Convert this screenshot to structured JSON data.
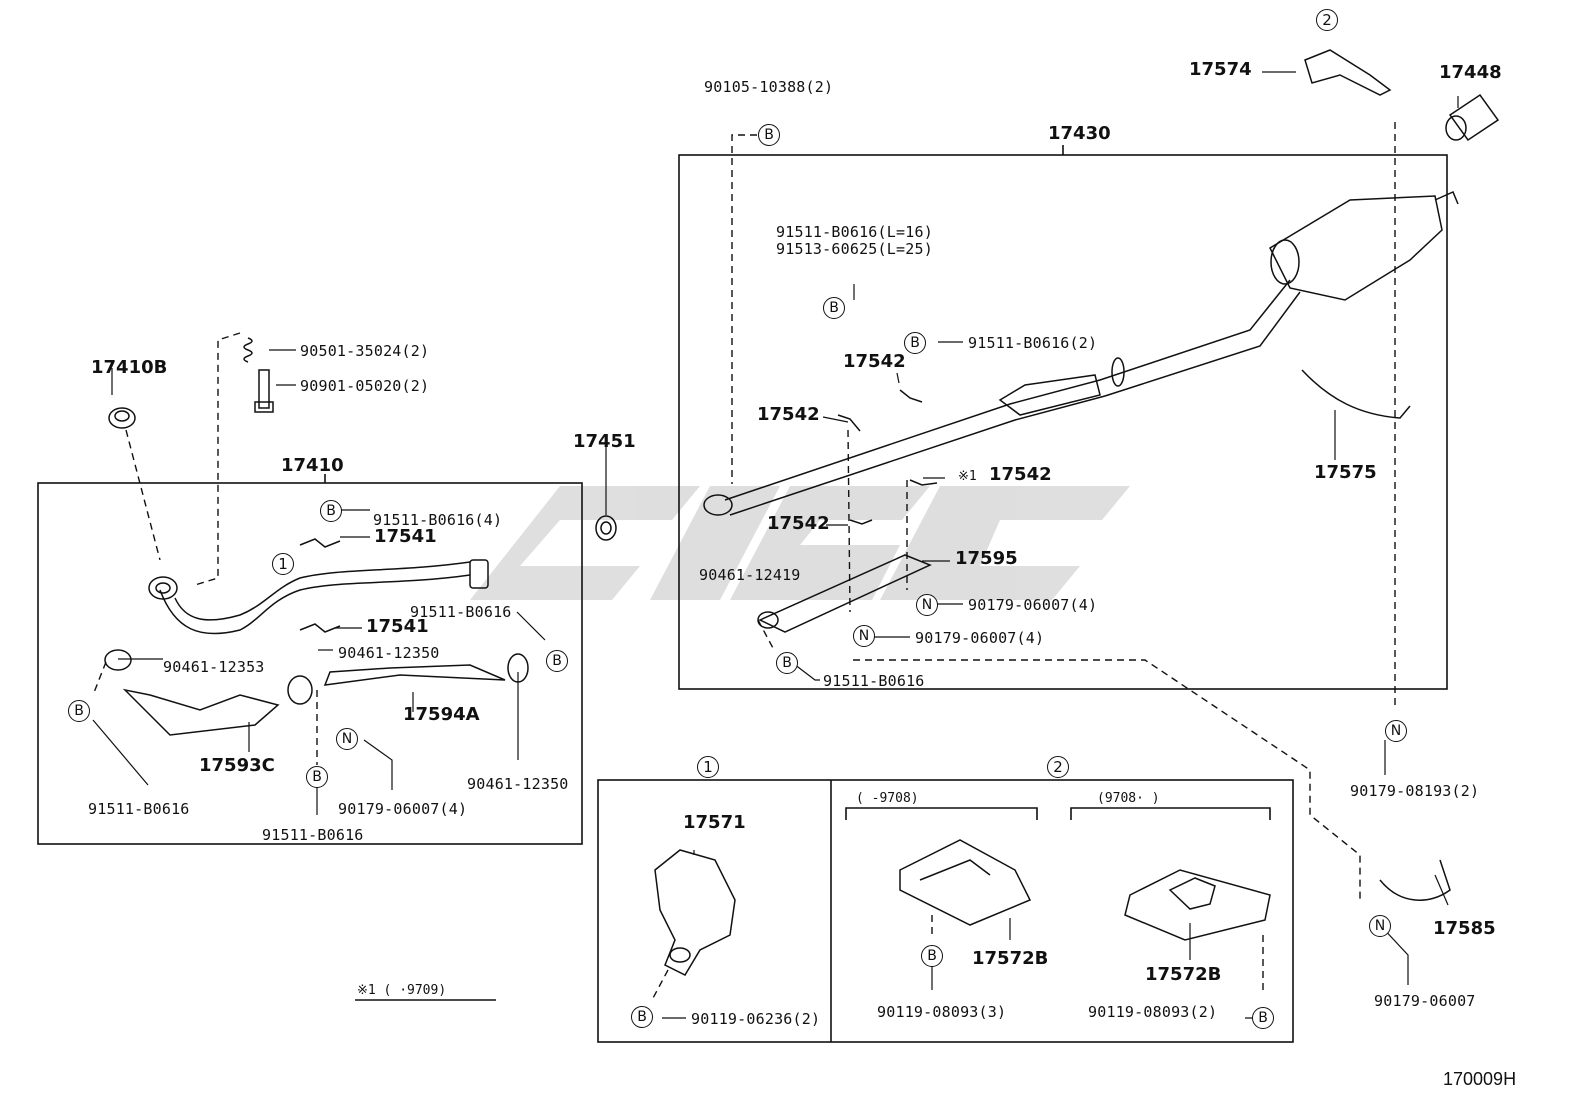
{
  "parts": {
    "p17410B": "17410B",
    "p17410": "17410",
    "p17451": "17451",
    "p17430": "17430",
    "p17574": "17574",
    "p17448": "17448",
    "p17575": "17575",
    "p17541a": "17541",
    "p17541b": "17541",
    "p17593C": "17593C",
    "p17594A": "17594A",
    "p17542a": "17542",
    "p17542b": "17542",
    "p17542c": "17542",
    "p17542d": "17542",
    "p17595": "17595",
    "p17571": "17571",
    "p17572Ba": "17572B",
    "p17572Bb": "17572B",
    "p17585": "17585"
  },
  "part_numbers": {
    "pn_90501": "90501-35024(2)",
    "pn_90901": "90901-05020(2)",
    "pn_91511_4": "91511-B0616(4)",
    "pn_91511_plain_top": "91511-B0616",
    "pn_90461_12353": "90461-12353",
    "pn_90461_12350_a": "90461-12350",
    "pn_90461_12350_b": "90461-12350",
    "pn_91511_left": "91511-B0616",
    "pn_90179_4_left": "90179-06007(4)",
    "pn_91511_bottom": "91511-B0616",
    "pn_90105": "90105-10388(2)",
    "pn_91511_L16": "91511-B0616(L=16)",
    "pn_91513_L25": "91513-60625(L=25)",
    "pn_91511_2": "91511-B0616(2)",
    "pn_90461_12419": "90461-12419",
    "pn_90179_4_a": "90179-06007(4)",
    "pn_90179_4_b": "90179-06007(4)",
    "pn_91511_right": "91511-B0616",
    "pn_90179_08193": "90179-08193(2)",
    "pn_90179_06007": "90179-06007",
    "pn_90119_06236": "90119-06236(2)",
    "pn_90119_08093_3": "90119-08093(3)",
    "pn_90119_08093_2": "90119-08093(2)"
  },
  "symbols": {
    "B": "B",
    "N": "N",
    "one": "1",
    "two": "2"
  },
  "notes": {
    "ref_mark": "※1",
    "footnote": "※1 (      ·9709)",
    "range_left": "(      -9708)",
    "range_right": "(9708·      )",
    "catalog_code": "170009H"
  },
  "colors": {
    "line": "#111111",
    "watermark": "#d7d7d7"
  }
}
